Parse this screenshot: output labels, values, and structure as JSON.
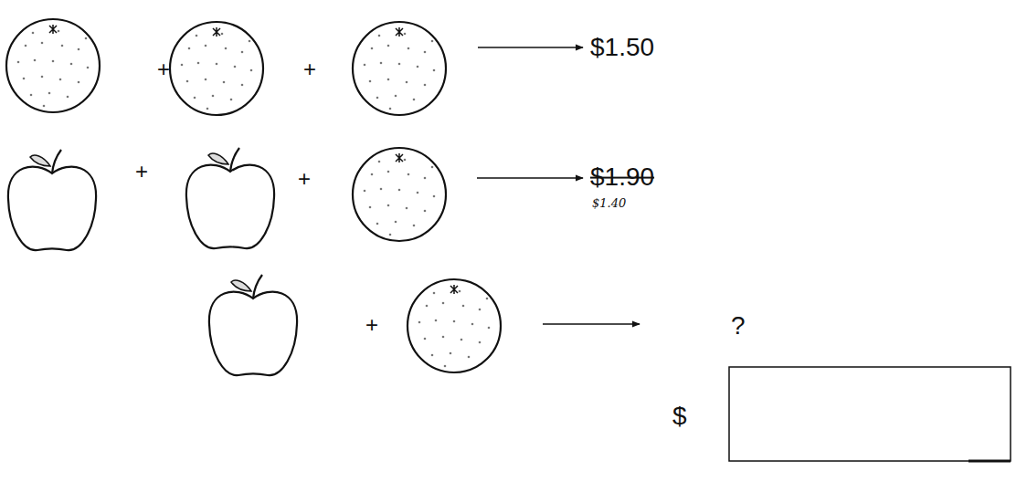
{
  "diagram": {
    "labels": [
      "+",
      "+",
      "$1.50",
      "+",
      "+",
      "$1.90",
      "$1.40",
      "+",
      "?",
      "$"
    ]
  }
}
